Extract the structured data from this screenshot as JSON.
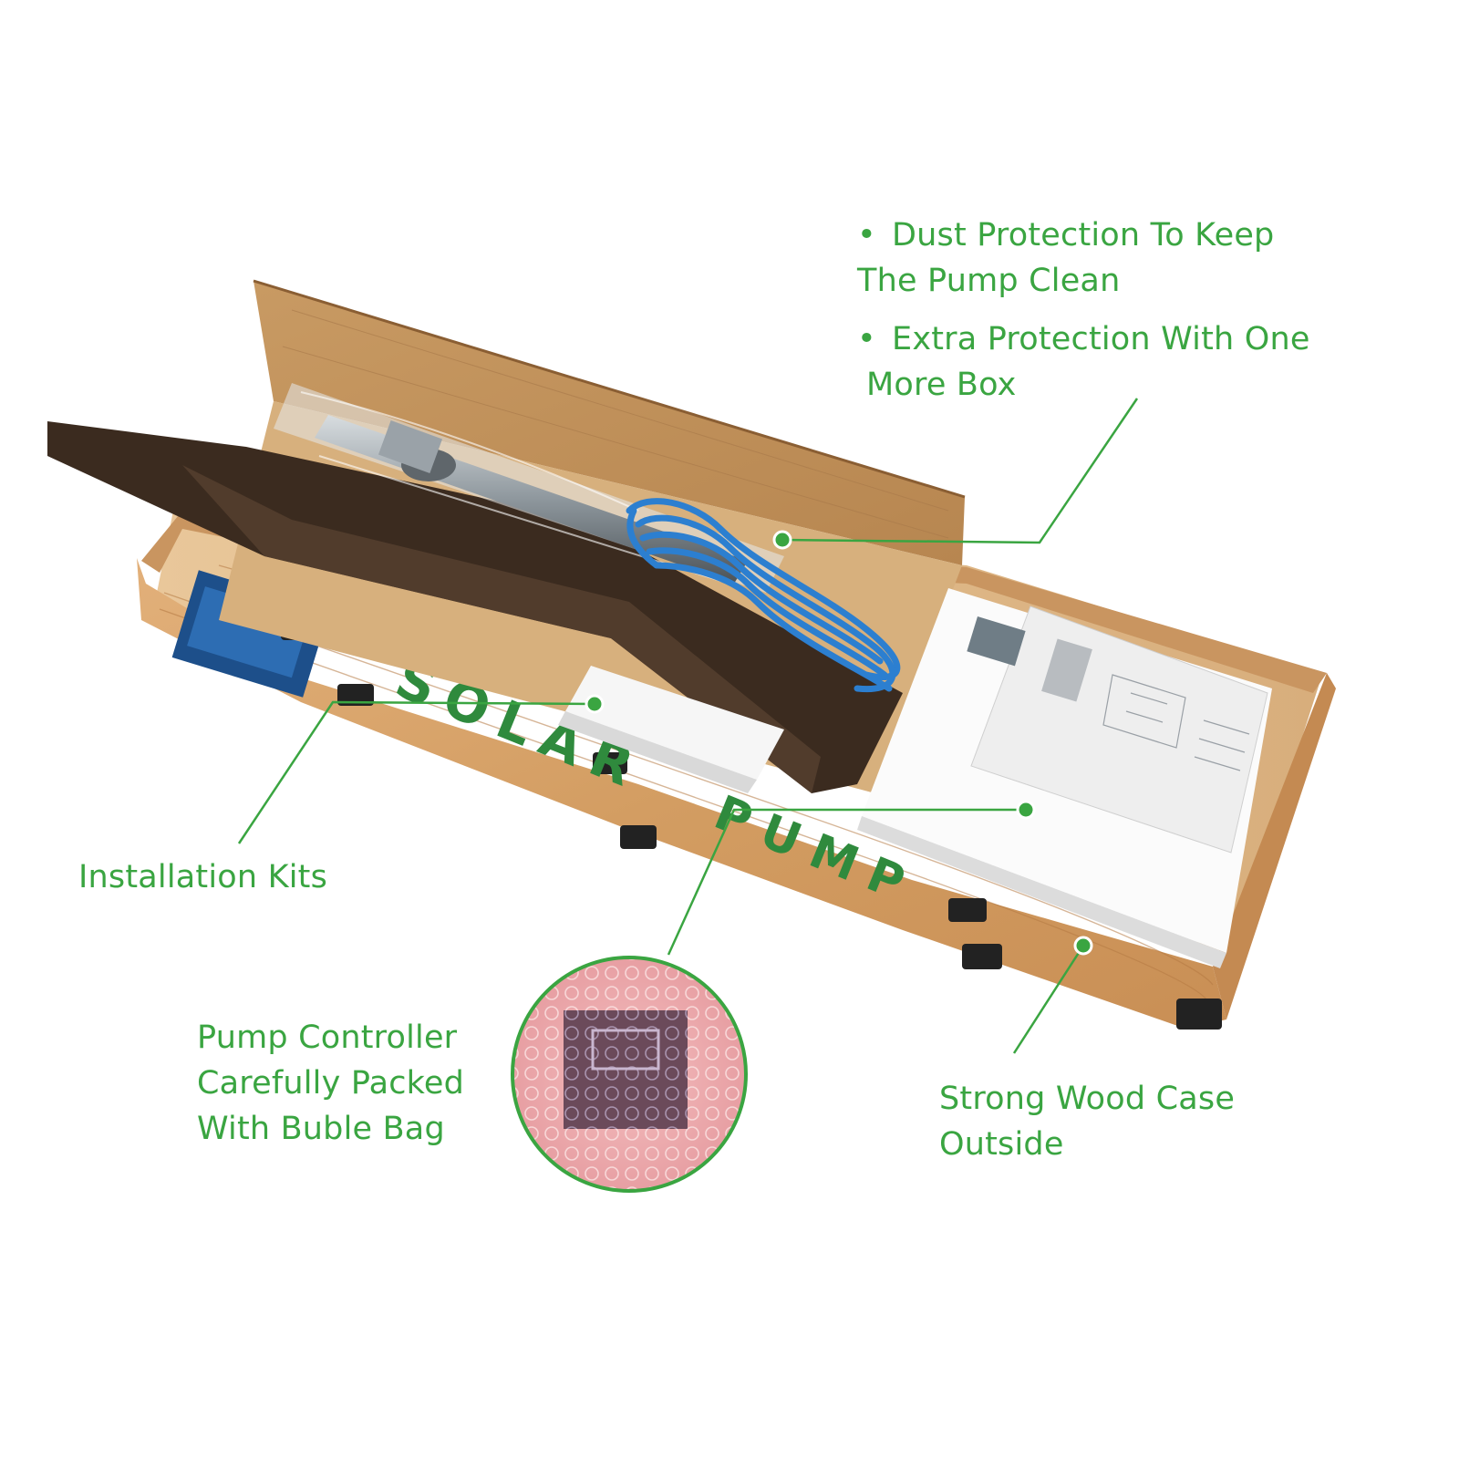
{
  "annotations": {
    "dust_protection": {
      "bullet": "•",
      "text_line1": "Dust Protection To Keep",
      "text_line2": "The Pump Clean"
    },
    "extra_protection": {
      "bullet": "•",
      "text_line1": "Extra Protection With One",
      "text_line2": "More Box"
    },
    "installation_kits": "Installation Kits",
    "pump_controller": {
      "line1": "Pump Controller",
      "line2": "Carefully Packed",
      "line3": "With Buble Bag"
    },
    "wood_case": {
      "line1": "Strong Wood Case",
      "line2": "Outside"
    }
  },
  "case_print": {
    "word1": "SOLAR",
    "word2": "PUMP"
  },
  "colors": {
    "label_green": "#3aa541",
    "plywood": "#d9a56d",
    "cardboard": "#c79a63",
    "cardboard_dark": "#3a2a1e",
    "cable_blue": "#2c7fd0",
    "bubble_pink": "#f2b1b4"
  }
}
